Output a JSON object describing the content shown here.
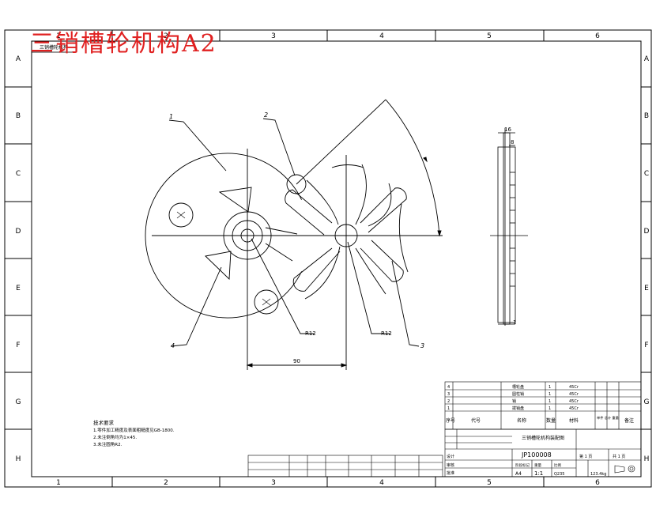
{
  "title": "三销槽轮机构A2",
  "stamp_label": "三销槽轮机构",
  "grid": {
    "columns": [
      "1",
      "2",
      "3",
      "4",
      "5",
      "6"
    ],
    "rows": [
      "A",
      "B",
      "C",
      "D",
      "E",
      "F",
      "G",
      "H"
    ]
  },
  "labels": {
    "part1": "1",
    "part2": "2",
    "part3": "3",
    "part4": "4",
    "radius_left": "R12",
    "radius_right": "R12",
    "dimension": "90",
    "side_top": "16",
    "side_small": "8",
    "side_bottom": "1"
  },
  "notes": {
    "heading": "技术要求",
    "lines": [
      "1.零件加工精度及表面粗糙度见GB-1800.",
      "2.未注倒角均为1×45.",
      "3.未注圆角R2."
    ]
  },
  "bom": {
    "rows": [
      {
        "no": "4",
        "name": "槽轮盘",
        "qty": "1",
        "mat": "45Cr"
      },
      {
        "no": "3",
        "name": "圆柱销",
        "qty": "1",
        "mat": "45Cr"
      },
      {
        "no": "2",
        "name": "销",
        "qty": "1",
        "mat": "45Cr"
      },
      {
        "no": "1",
        "name": "拨销盘",
        "qty": "1",
        "mat": "45Cr"
      }
    ],
    "header": {
      "no": "序号",
      "code": "代号",
      "name": "名称",
      "qty": "数量",
      "mat": "材料",
      "weight": "单件 总计 重量",
      "remark": "备注"
    }
  },
  "titleblock": {
    "name": "三销槽轮机构装配图",
    "code": "JP100008",
    "sheet": "第 1 页",
    "total": "共 1 页",
    "scale": "1:1",
    "size": "A4",
    "mat": "Q235",
    "weight": "123.4kg",
    "labels": {
      "design": "设计",
      "check": "审核",
      "approve": "批准",
      "stage": "阶段标记",
      "weight_lbl": "重量",
      "scale_lbl": "比例"
    }
  }
}
